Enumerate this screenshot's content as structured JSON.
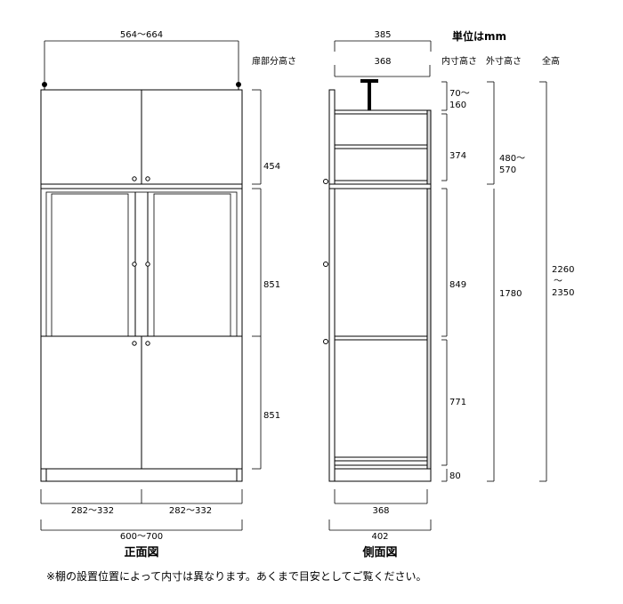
{
  "unit_label": "単位はmm",
  "column_headers": {
    "door_section_height": "扉部分高さ",
    "inner_height": "内寸高さ",
    "outer_height": "外寸高さ",
    "total_height": "全高"
  },
  "front_view": {
    "caption": "正面図",
    "top_span": "564〜664",
    "bottom_left_width": "282〜332",
    "bottom_right_width": "282〜332",
    "total_width": "600〜700",
    "door_heights": [
      "454",
      "851",
      "851"
    ]
  },
  "side_view": {
    "caption": "側面図",
    "top_outer_depth": "385",
    "top_inner_depth": "368",
    "bottom_inner_depth": "368",
    "bottom_outer_depth": "402",
    "inner_heights": [
      "70〜",
      "160",
      "374",
      "849",
      "771",
      "80"
    ],
    "outer_heights": [
      "480〜",
      "570",
      "1780"
    ],
    "total_height": [
      "2260",
      "〜",
      "2350"
    ]
  },
  "footnote": "※棚の設置位置によって内寸は異なります。あくまで目安としてご覧ください。"
}
